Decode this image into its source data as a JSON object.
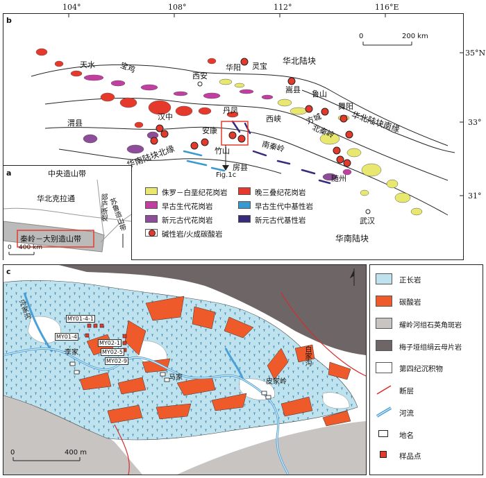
{
  "figure": {
    "top_ticks": [
      "104°",
      "108°",
      "112°",
      "116°E"
    ],
    "right_ticks": [
      "35°N",
      "33°",
      "31°"
    ]
  },
  "panel_b": {
    "label": "b",
    "scale": {
      "zero": "0",
      "dist": "200 km"
    },
    "places": [
      "天水",
      "宝鸡",
      "西安",
      "华阳",
      "灵宝",
      "嵩县",
      "鲁山",
      "舞阳",
      "汉中",
      "丹凤",
      "西峡",
      "方城",
      "安康",
      "竹山",
      "南秦岭",
      "房县",
      "随州",
      "武汉",
      "渭县"
    ],
    "regions": [
      "华北陆块",
      "华北陆块南缘",
      "北秦岭",
      "华南陆块北缘",
      "华南陆块"
    ],
    "inset_arrow": "Fig.1c",
    "legend": [
      {
        "label": "侏罗－白垩纪花岗岩",
        "color": "#e8e870"
      },
      {
        "label": "晚三叠纪花岗岩",
        "color": "#e53a2b"
      },
      {
        "label": "早古生代花岗岩",
        "color": "#c23fa2"
      },
      {
        "label": "早古生代中基性岩",
        "color": "#3a9ad0"
      },
      {
        "label": "新元古代花岗岩",
        "color": "#8d4d98"
      },
      {
        "label": "新元古代基性岩",
        "color": "#3a2a7a"
      },
      {
        "label": "碱性岩/火成碳酸岩",
        "color": "#e53a2b"
      }
    ]
  },
  "panel_a": {
    "label": "a",
    "texts": [
      "中央造山带",
      "华北克拉通",
      "秦岭－大别造山带",
      "郯庐断裂",
      "苏鲁造山带"
    ],
    "scale": {
      "zero": "0",
      "dist": "400 km"
    }
  },
  "panel_c": {
    "label": "c",
    "places": [
      "冯家沟",
      "李家",
      "马家",
      "皮家岭",
      "白家沟"
    ],
    "samples": [
      "MY01-4-1",
      "MY01-4",
      "MY02-1",
      "MY02-5",
      "MY02-9"
    ],
    "scale": {
      "zero": "0",
      "dist": "400 m"
    },
    "legend": [
      {
        "label": "正长岩",
        "color": "#bfe3ee"
      },
      {
        "label": "碳酸岩",
        "color": "#ee5a2a"
      },
      {
        "label": "耀岭河组石英角斑岩",
        "color": "#c8c4c2"
      },
      {
        "label": "梅子垭组绢云母片岩",
        "color": "#6e6666"
      },
      {
        "label": "第四纪沉积物",
        "color": "#ffffff"
      },
      {
        "label": "断层",
        "color": "#d82a2a"
      },
      {
        "label": "河流",
        "color": "#4aa0d8"
      },
      {
        "label": "地名",
        "color": "#ffffff"
      },
      {
        "label": "样品点",
        "color": "#e53a2b"
      }
    ]
  }
}
